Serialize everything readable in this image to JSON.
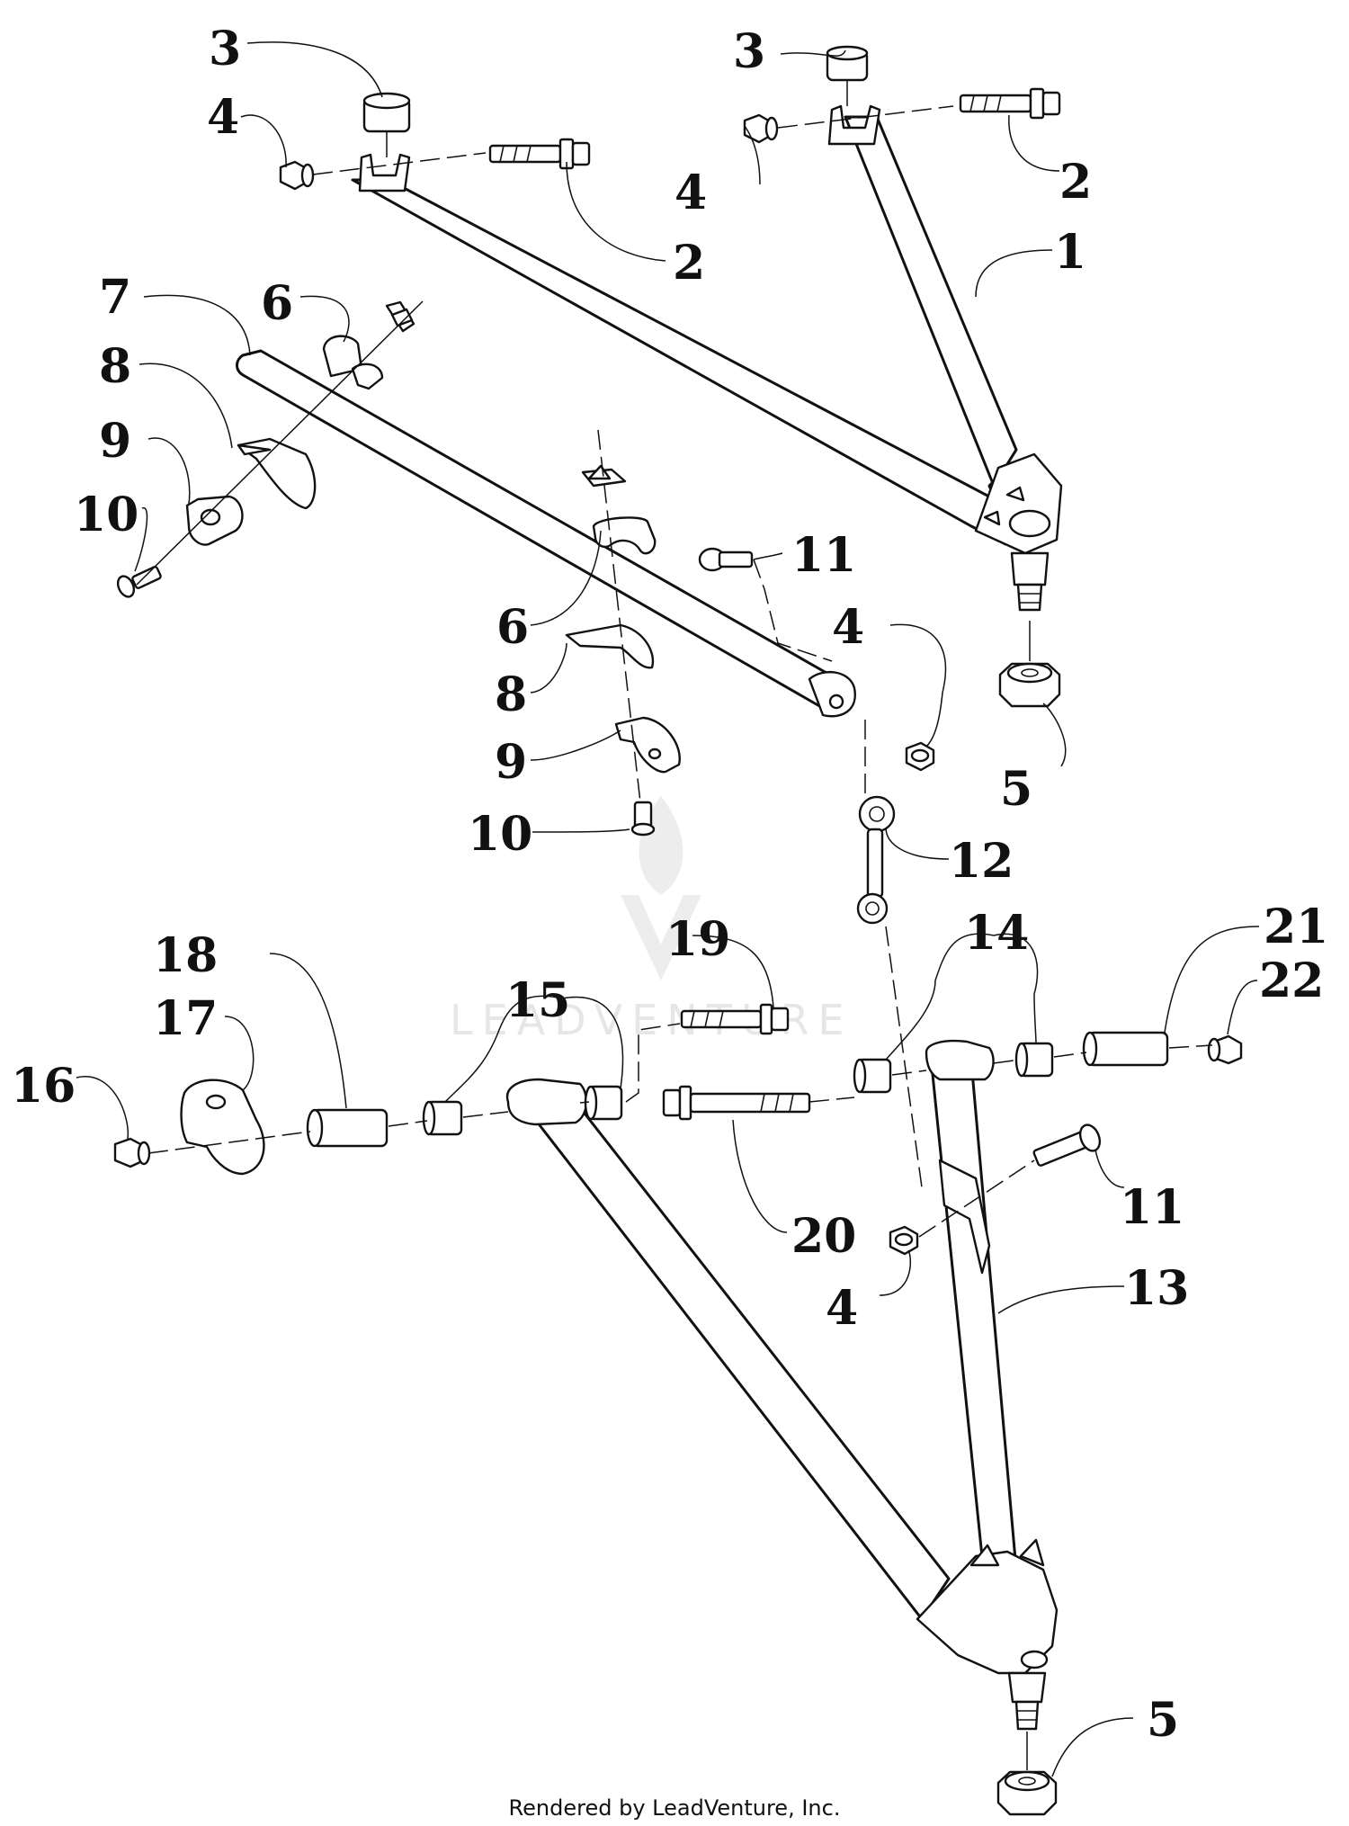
{
  "watermark": "LEADVENTURE",
  "footer": "Rendered by LeadVenture, Inc.",
  "callouts": [
    "1",
    "2",
    "3",
    "4",
    "5",
    "6",
    "7",
    "8",
    "9",
    "10",
    "11",
    "12",
    "13",
    "14",
    "15",
    "16",
    "17",
    "18",
    "19",
    "20",
    "21",
    "22"
  ]
}
